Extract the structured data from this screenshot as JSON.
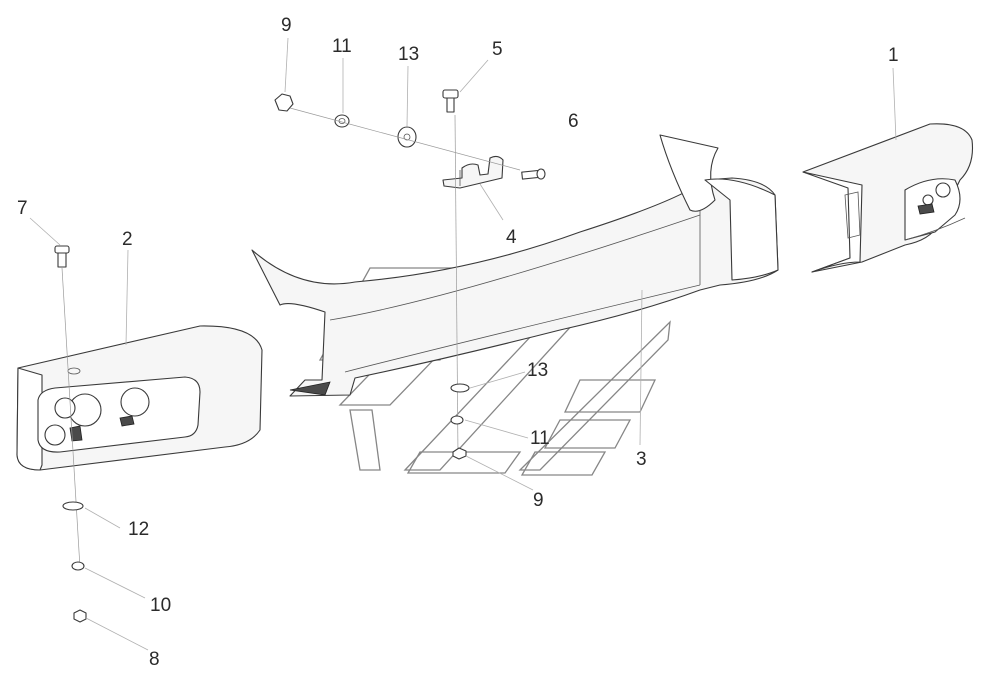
{
  "diagram": {
    "callouts": {
      "c1": "1",
      "c2": "2",
      "c3": "3",
      "c4": "4",
      "c5": "5",
      "c6": "6",
      "c7": "7",
      "c8": "8",
      "c9_top": "9",
      "c9_bottom": "9",
      "c10": "10",
      "c11_top": "11",
      "c11_bottom": "11",
      "c12": "12",
      "c13_top": "13",
      "c13_bottom": "13"
    }
  }
}
